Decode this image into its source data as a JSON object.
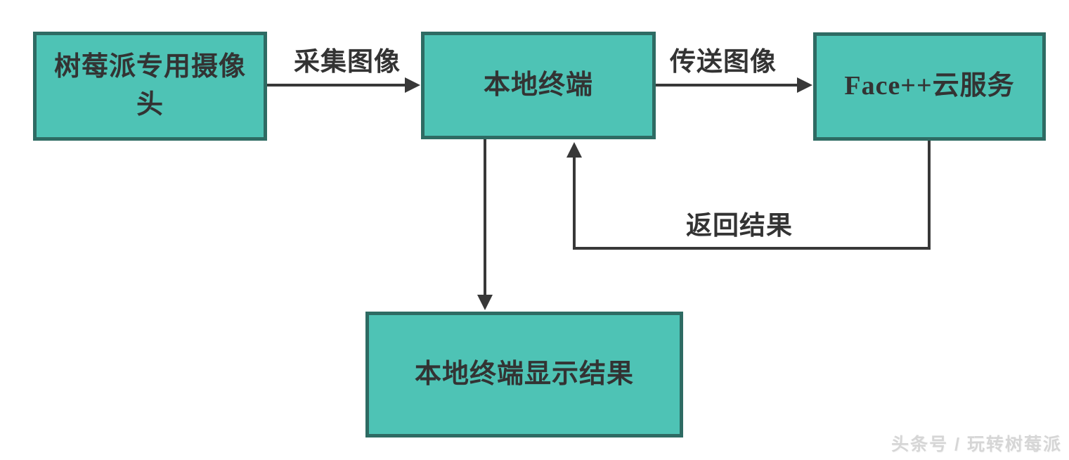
{
  "diagram": {
    "nodes": {
      "camera": {
        "label": "树莓派专用摄像头"
      },
      "local_terminal": {
        "label": "本地终端"
      },
      "face_cloud": {
        "label": "Face++云服务"
      },
      "display_result": {
        "label": "本地终端显示结果"
      }
    },
    "edges": {
      "capture": {
        "label": "采集图像",
        "from": "camera",
        "to": "local_terminal"
      },
      "transmit": {
        "label": "传送图像",
        "from": "local_terminal",
        "to": "face_cloud"
      },
      "return_result": {
        "label": "返回结果",
        "from": "face_cloud",
        "to": "local_terminal"
      },
      "show_result": {
        "label": "",
        "from": "local_terminal",
        "to": "display_result"
      }
    },
    "colors": {
      "node_fill": "#4ec3b5",
      "node_border": "#2e6b63",
      "connector": "#383838",
      "label_text": "#333333",
      "watermark": "#d6d6d6"
    }
  },
  "watermark": {
    "text": "头条号 / 玩转树莓派"
  }
}
